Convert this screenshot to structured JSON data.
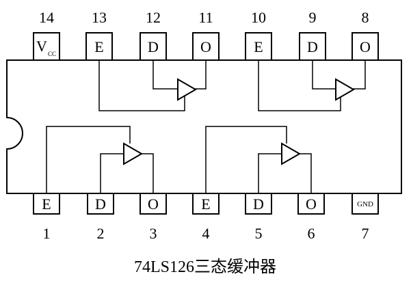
{
  "caption": "74LS126三态缓冲器",
  "top_pins": [
    {
      "number": "14",
      "label": "V",
      "sub": "CC"
    },
    {
      "number": "13",
      "label": "E"
    },
    {
      "number": "12",
      "label": "D"
    },
    {
      "number": "11",
      "label": "O"
    },
    {
      "number": "10",
      "label": "E"
    },
    {
      "number": "9",
      "label": "D"
    },
    {
      "number": "8",
      "label": "O"
    }
  ],
  "bottom_pins": [
    {
      "number": "1",
      "label": "E"
    },
    {
      "number": "2",
      "label": "D"
    },
    {
      "number": "3",
      "label": "O"
    },
    {
      "number": "4",
      "label": "E"
    },
    {
      "number": "5",
      "label": "D"
    },
    {
      "number": "6",
      "label": "O"
    },
    {
      "number": "7",
      "label": "GND"
    }
  ],
  "colors": {
    "stroke": "#000000",
    "background": "#ffffff"
  }
}
